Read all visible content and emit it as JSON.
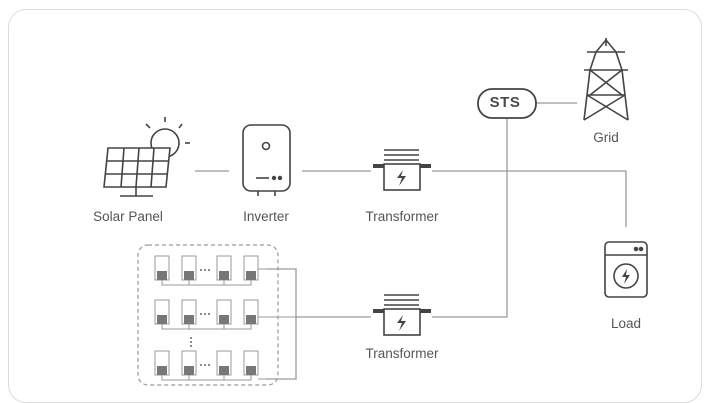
{
  "labels": {
    "solar_panel": "Solar Panel",
    "inverter": "Inverter",
    "transformer_top": "Transformer",
    "transformer_bottom": "Transformer",
    "sts": "STS",
    "grid": "Grid",
    "load": "Load"
  },
  "icons": {
    "solar": "solar-panel-icon",
    "inverter": "inverter-icon",
    "transformer": "transformer-icon",
    "grid": "transmission-tower-icon",
    "load": "washing-machine-icon",
    "battery": "battery-storage-icon"
  },
  "colors": {
    "line": "#9a9a9a",
    "icon": "#444444",
    "text": "#555555",
    "border": "#dcdcdc"
  }
}
